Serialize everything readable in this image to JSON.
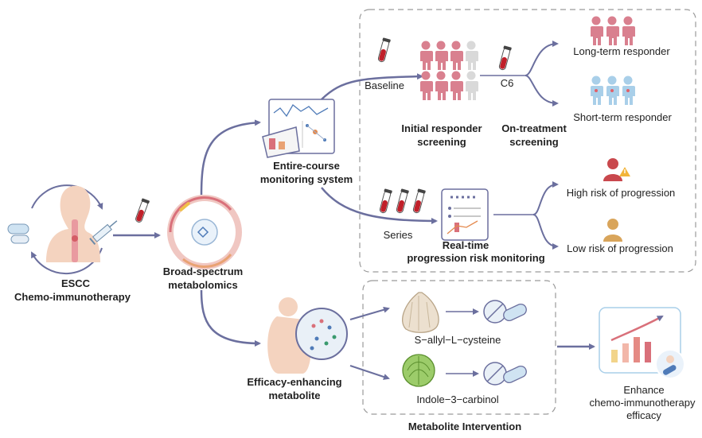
{
  "labels": {
    "esccTitle": "ESCC",
    "esccSubtitle": "Chemo-immunotherapy",
    "broadLine1": "Broad-spectrum",
    "broadLine2": "metabolomics",
    "monitorLine1": "Entire-course",
    "monitorLine2": "monitoring system",
    "baseline": "Baseline",
    "c6": "C6",
    "initialLine1": "Initial responder",
    "initialLine2": "screening",
    "onTreatLine1": "On-treatment",
    "onTreatLine2": "screening",
    "longTerm": "Long-term responder",
    "shortTerm": "Short-term responder",
    "series": "Series",
    "realTimeLine1": "Real-time",
    "realTimeLine2": "progression risk monitoring",
    "highRisk": "High risk of progression",
    "lowRisk": "Low risk of progression",
    "effLine1": "Efficacy-enhancing",
    "effLine2": "metabolite",
    "sac": "S−allyl−L−cysteine",
    "i3c": "Indole−3−carbinol",
    "intervention": "Metabolite Intervention",
    "enhanceLine1": "Enhance",
    "enhanceLine2": "chemo-immunotherapy",
    "enhanceLine3": "efficacy"
  },
  "colors": {
    "arrow": "#6b6f9e",
    "responderPink": "#d9808f",
    "inactiveGray": "#d9d9d9",
    "shortTermBlue": "#a9cfe9",
    "highRiskRed": "#c9484d",
    "lowRiskGold": "#d9a55b",
    "bloodRed": "#c0202a",
    "dashedBorder": "#9a9a9a"
  }
}
